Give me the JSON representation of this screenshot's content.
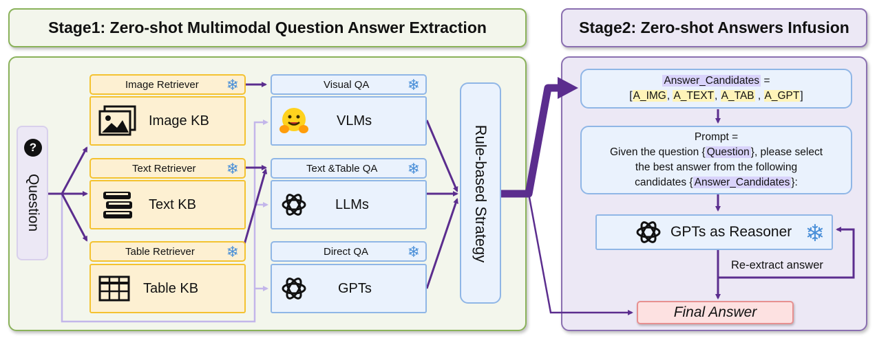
{
  "stage1": {
    "title": "Stage1: Zero-shot Multimodal Question Answer Extraction",
    "question_label": "Question",
    "retrievers": [
      {
        "label": "Image Retriever",
        "icon": "snowflake-icon"
      },
      {
        "label": "Text Retriever",
        "icon": "snowflake-icon"
      },
      {
        "label": "Table Retriever",
        "icon": "snowflake-icon"
      }
    ],
    "knowledge_bases": [
      {
        "label": "Image KB",
        "icon": "image-gallery-icon"
      },
      {
        "label": "Text KB",
        "icon": "books-icon"
      },
      {
        "label": "Table KB",
        "icon": "table-grid-icon"
      }
    ],
    "qa_modules": [
      {
        "header": "Visual QA",
        "model": "VLMs",
        "icon": "hugging-face-icon"
      },
      {
        "header": "Text &Table QA",
        "model": "LLMs",
        "icon": "openai-icon"
      },
      {
        "header": "Direct QA",
        "model": "GPTs",
        "icon": "openai-icon"
      }
    ],
    "strategy_label": "Rule-based Strategy"
  },
  "stage2": {
    "title": "Stage2: Zero-shot Answers Infusion",
    "candidates": {
      "var": "Answer_Candidates",
      "eq": " =",
      "open": "[",
      "items": [
        "A_IMG",
        "A_TEXT",
        "A_TAB",
        "A_GPT"
      ],
      "close": "]"
    },
    "prompt": {
      "title": "Prompt =",
      "line1_a": "Given the question {",
      "line1_var": "Question",
      "line1_b": "}, please select",
      "line2": "the best answer from the following",
      "line3_a": "candidates {",
      "line3_var": "Answer_Candidates",
      "line3_b": "}:"
    },
    "reasoner_label": "GPTs as Reasoner",
    "reextract_label": "Re-extract answer",
    "final_label": "Final Answer"
  },
  "colors": {
    "stage1_border": "#8ab25a",
    "stage1_bg": "#f3f6ec",
    "stage2_border": "#8a6fb0",
    "stage2_bg": "#ece8f5",
    "arrow": "#5b2d8e",
    "arrow_light": "#c3b6ea",
    "retriever_border": "#f4c230",
    "qa_border": "#8fb6e6",
    "final_bg": "#fde1e1",
    "final_border": "#e79090"
  }
}
